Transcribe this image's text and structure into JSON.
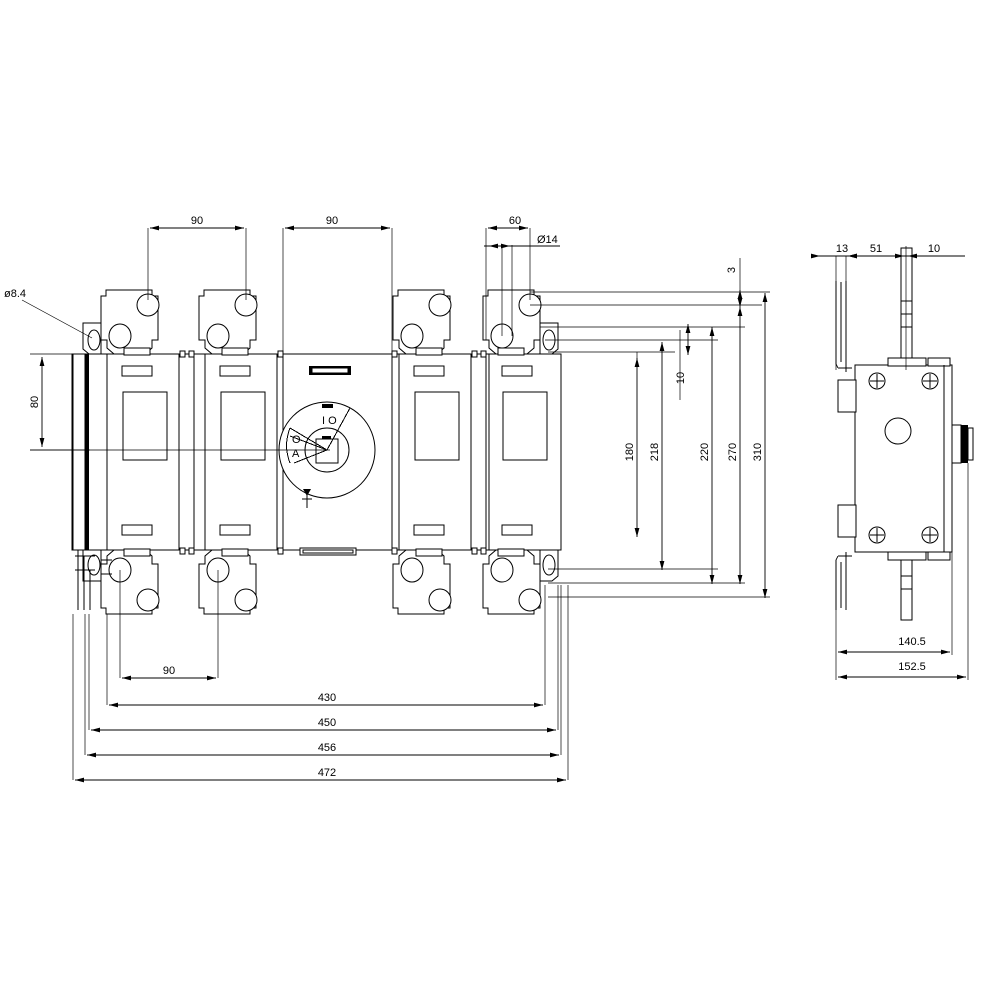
{
  "drawing": {
    "title": "Switch disconnector dimensional drawing",
    "background_color": "#ffffff",
    "line_color": "#000000",
    "views": {
      "front": {
        "name": "front-view",
        "label": ""
      },
      "side": {
        "name": "side-view",
        "label": ""
      }
    },
    "product": {
      "poles": 4,
      "handle": "rotary-handle",
      "brand_label": ""
    }
  },
  "dimensions": {
    "top": [
      {
        "id": "top-90-a",
        "value": "90"
      },
      {
        "id": "top-90-b",
        "value": "90"
      },
      {
        "id": "top-60",
        "value": "60"
      },
      {
        "id": "top-dia14",
        "value": "Ø14"
      }
    ],
    "left": [
      {
        "id": "left-dia84",
        "value": "ø8.4"
      },
      {
        "id": "left-80",
        "value": "80"
      }
    ],
    "right": [
      {
        "id": "right-3",
        "value": "3"
      },
      {
        "id": "right-10",
        "value": "10"
      },
      {
        "id": "right-180",
        "value": "180"
      },
      {
        "id": "right-218",
        "value": "218"
      },
      {
        "id": "right-220",
        "value": "220"
      },
      {
        "id": "right-270",
        "value": "270"
      },
      {
        "id": "right-310",
        "value": "310"
      }
    ],
    "bottom": [
      {
        "id": "bottom-90",
        "value": "90"
      },
      {
        "id": "bottom-430",
        "value": "430"
      },
      {
        "id": "bottom-450",
        "value": "450"
      },
      {
        "id": "bottom-456",
        "value": "456"
      },
      {
        "id": "bottom-472",
        "value": "472"
      }
    ],
    "side_top": [
      {
        "id": "side-13",
        "value": "13"
      },
      {
        "id": "side-51",
        "value": "51"
      },
      {
        "id": "side-10",
        "value": "10"
      }
    ],
    "side_bottom": [
      {
        "id": "side-1405",
        "value": "140.5"
      },
      {
        "id": "side-1525",
        "value": "152.5"
      }
    ]
  }
}
